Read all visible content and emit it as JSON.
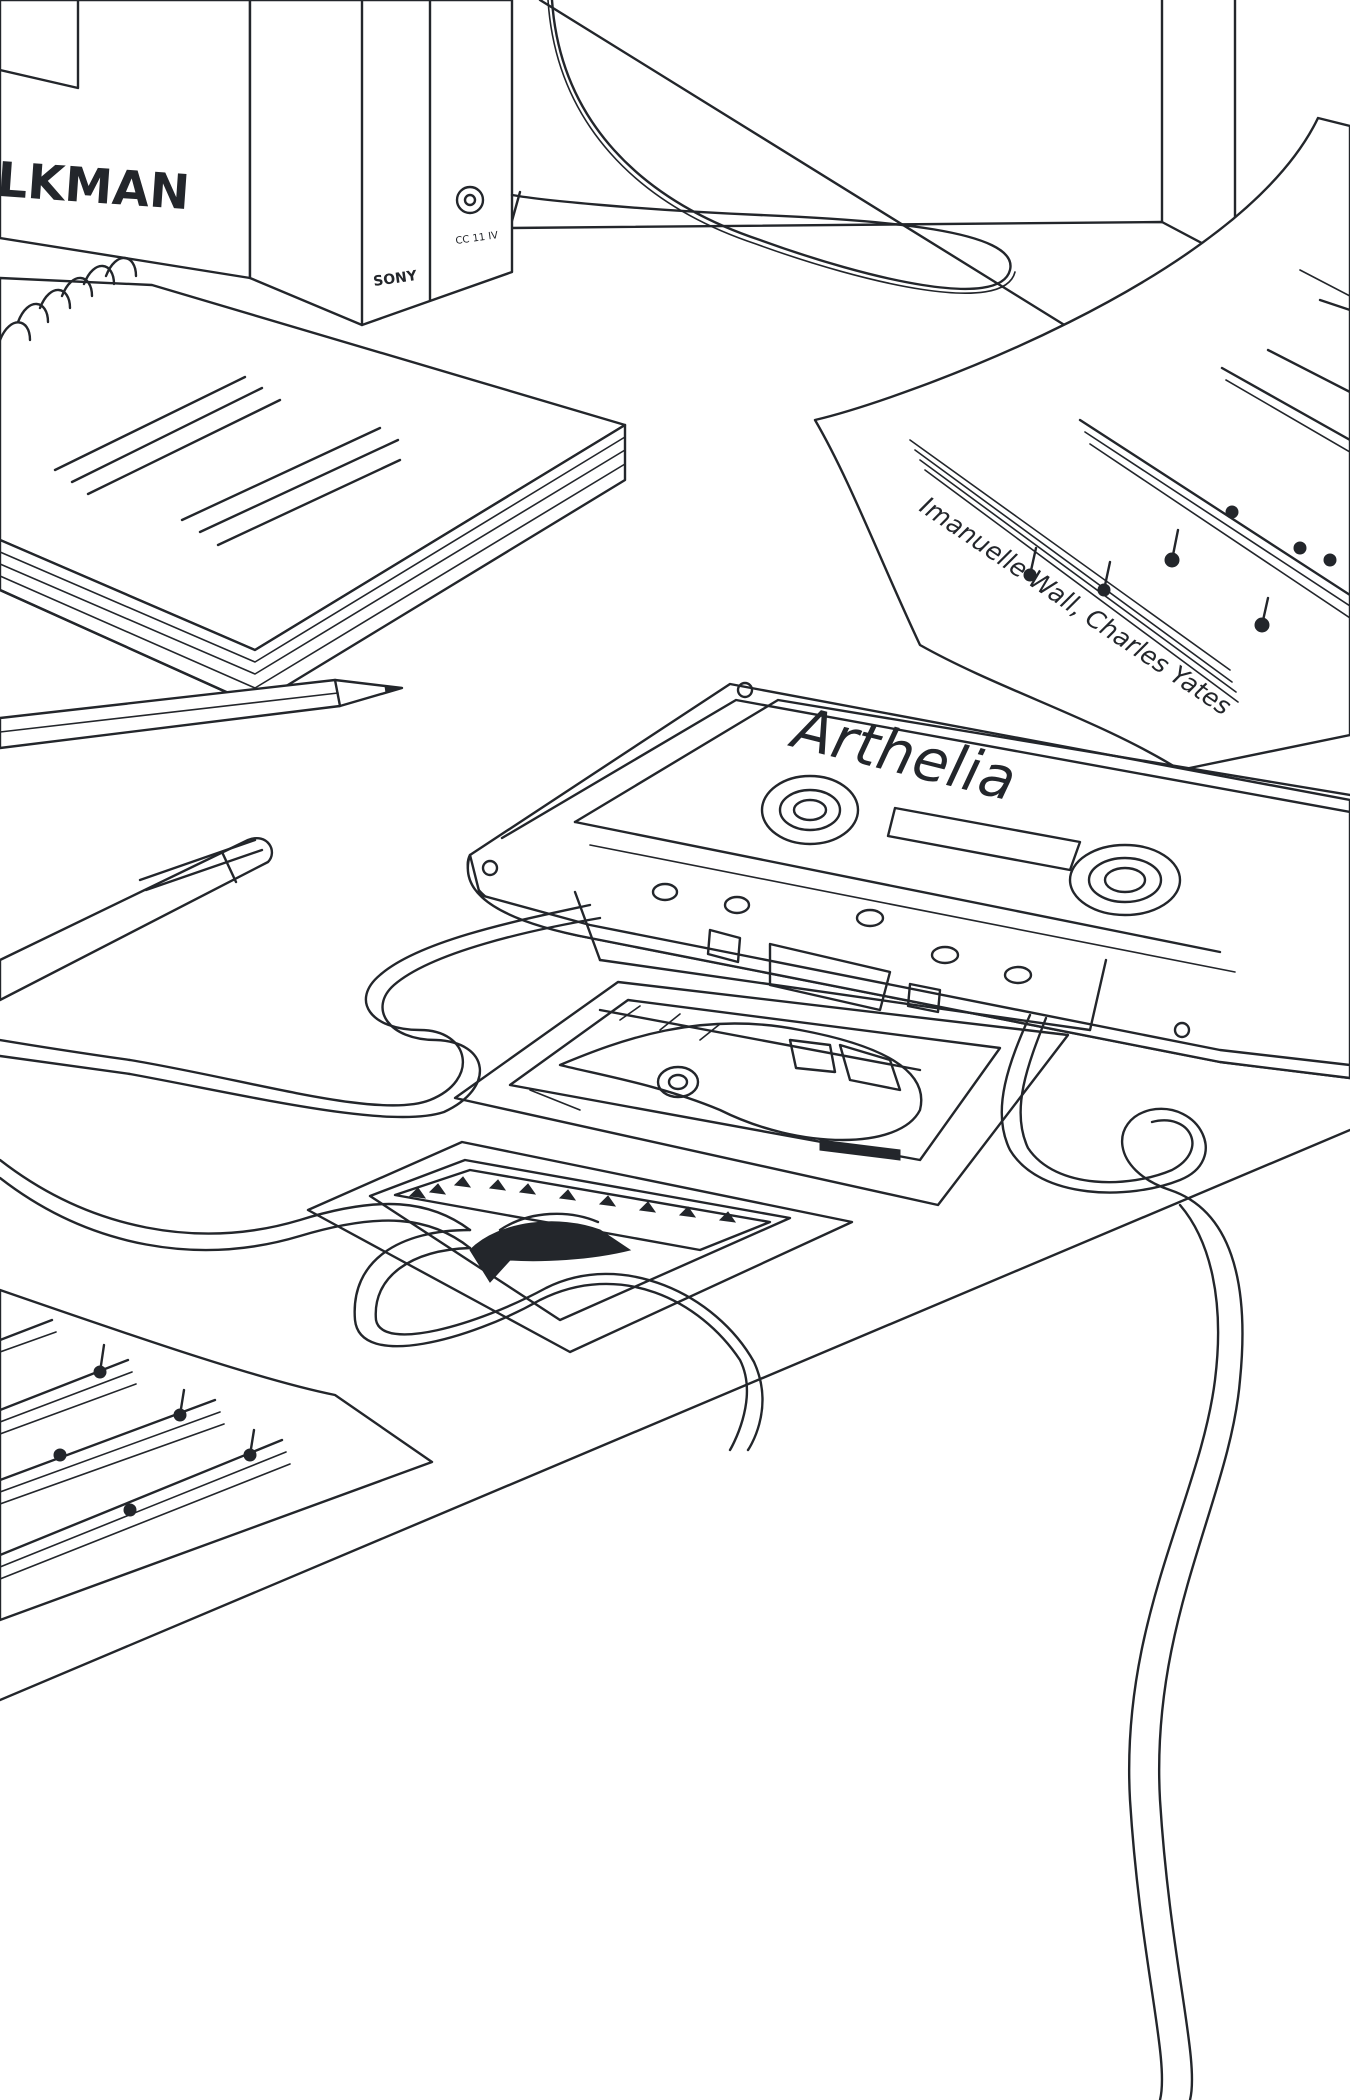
{
  "scene": {
    "description_free": true,
    "colors": {
      "ink": "#23262b",
      "paper": "#ffffff"
    }
  },
  "walkman_box": {
    "brand_text": "LKMAN",
    "maker_text": "SONY",
    "model_text": "CC 11 IV"
  },
  "cassette": {
    "label_script": "Arthelia"
  },
  "sheet_music": {
    "credit_script": "Imanuelle Wall, Charles Yates"
  },
  "icons": [
    "notebook-icon",
    "pencil-icon",
    "pen-icon",
    "cassette-icon",
    "photo-icon",
    "sheet-music-icon"
  ]
}
